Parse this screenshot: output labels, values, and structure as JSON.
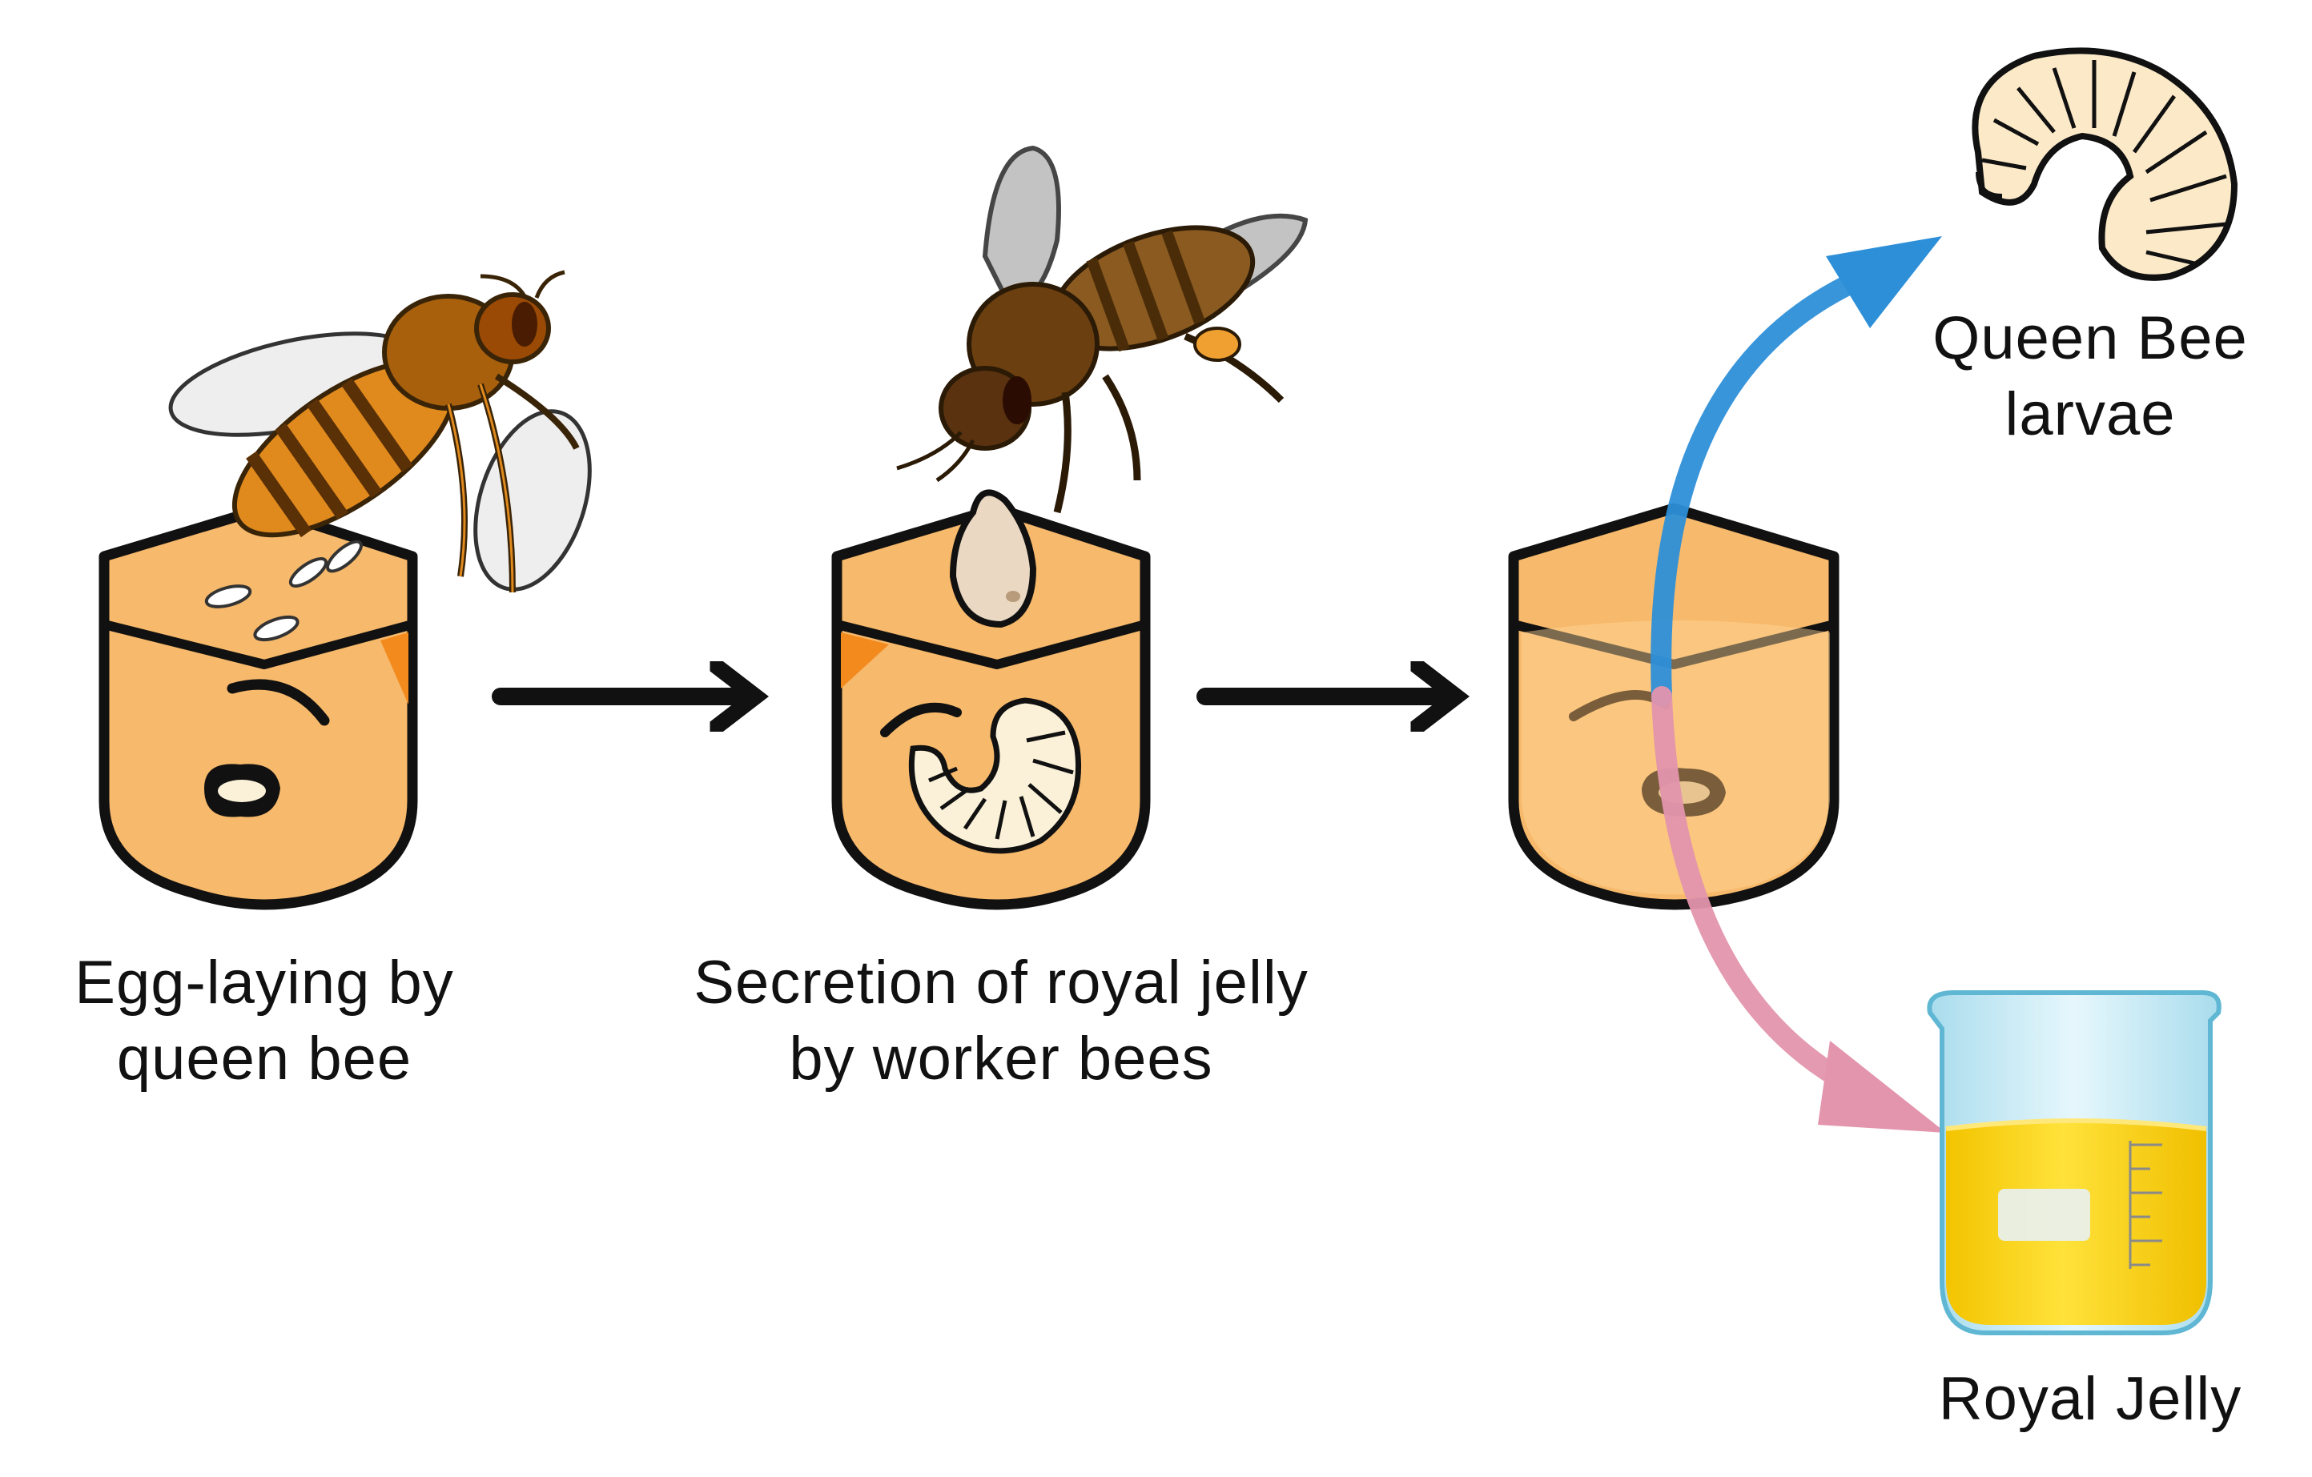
{
  "steps": [
    {
      "line1": "Egg-laying by",
      "line2": "queen bee"
    },
    {
      "line1": "Secretion of royal jelly",
      "line2": "by worker bees"
    }
  ],
  "outcomes": {
    "queen_larvae": {
      "line1": "Queen Bee",
      "line2": "larvae"
    },
    "royal_jelly": {
      "line1": "Royal Jelly"
    }
  },
  "colors": {
    "cell_fill": "#f7b96b",
    "cell_stroke": "#111111",
    "cell_shade": "#f28a1e",
    "larva_fill": "#fbf1d8",
    "blue_arrow": "#2d8fd8",
    "pink_arrow": "#e395ad",
    "jelly": "#f6d300",
    "beaker_glass": "#cfeef8"
  }
}
